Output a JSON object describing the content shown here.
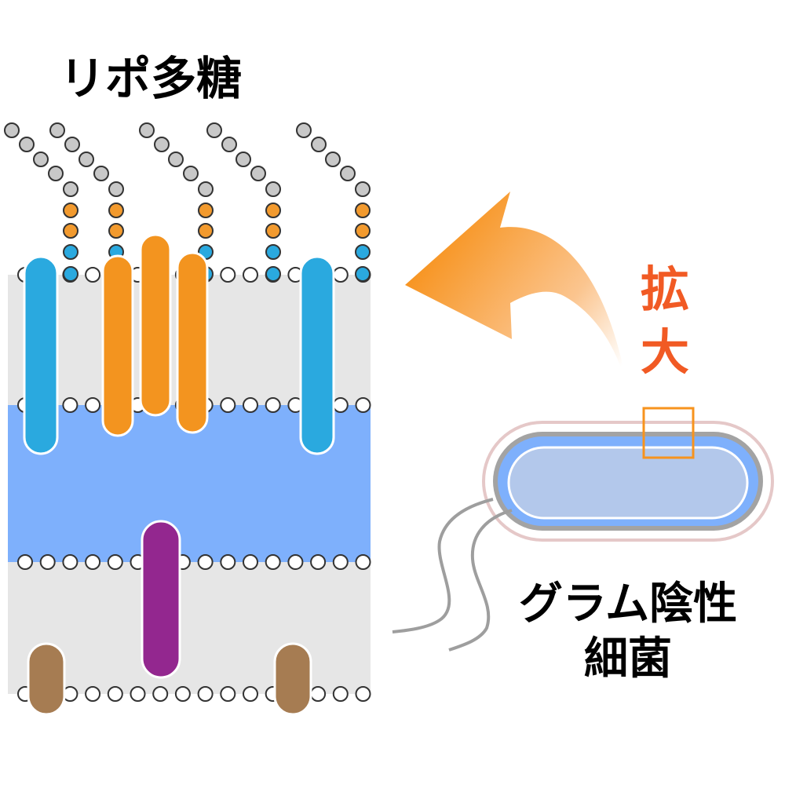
{
  "labels": {
    "title": "リポ多糖",
    "magnify_line1": "拡",
    "magnify_line2": "大",
    "bacterium_line1": "グラム陰性",
    "bacterium_line2": "細菌"
  },
  "colors": {
    "bead_gray": "#c8c8c8",
    "bead_orange": "#f29a2e",
    "bead_blue": "#2aa9df",
    "membrane_bg": "#e6e6e6",
    "periplasm": "#7eb0fc",
    "protein_blue": "#2aa9df",
    "protein_orange": "#f3941f",
    "protein_purple": "#93278f",
    "protein_brown": "#a67c52",
    "arrow": "#f7931e",
    "magnify_text": "#f15a24",
    "cell_outer": "#e5c8c8",
    "cell_wall": "#a3a3a3",
    "cell_peri": "#7eb0fc",
    "cell_body": "#b3c8eb",
    "zoom_box": "#f7931e",
    "flagella": "#9e9e9e"
  },
  "icons": {
    "magnify_arrow": "curved-arrow-icon",
    "bacterium": "rod-bacterium-icon"
  }
}
